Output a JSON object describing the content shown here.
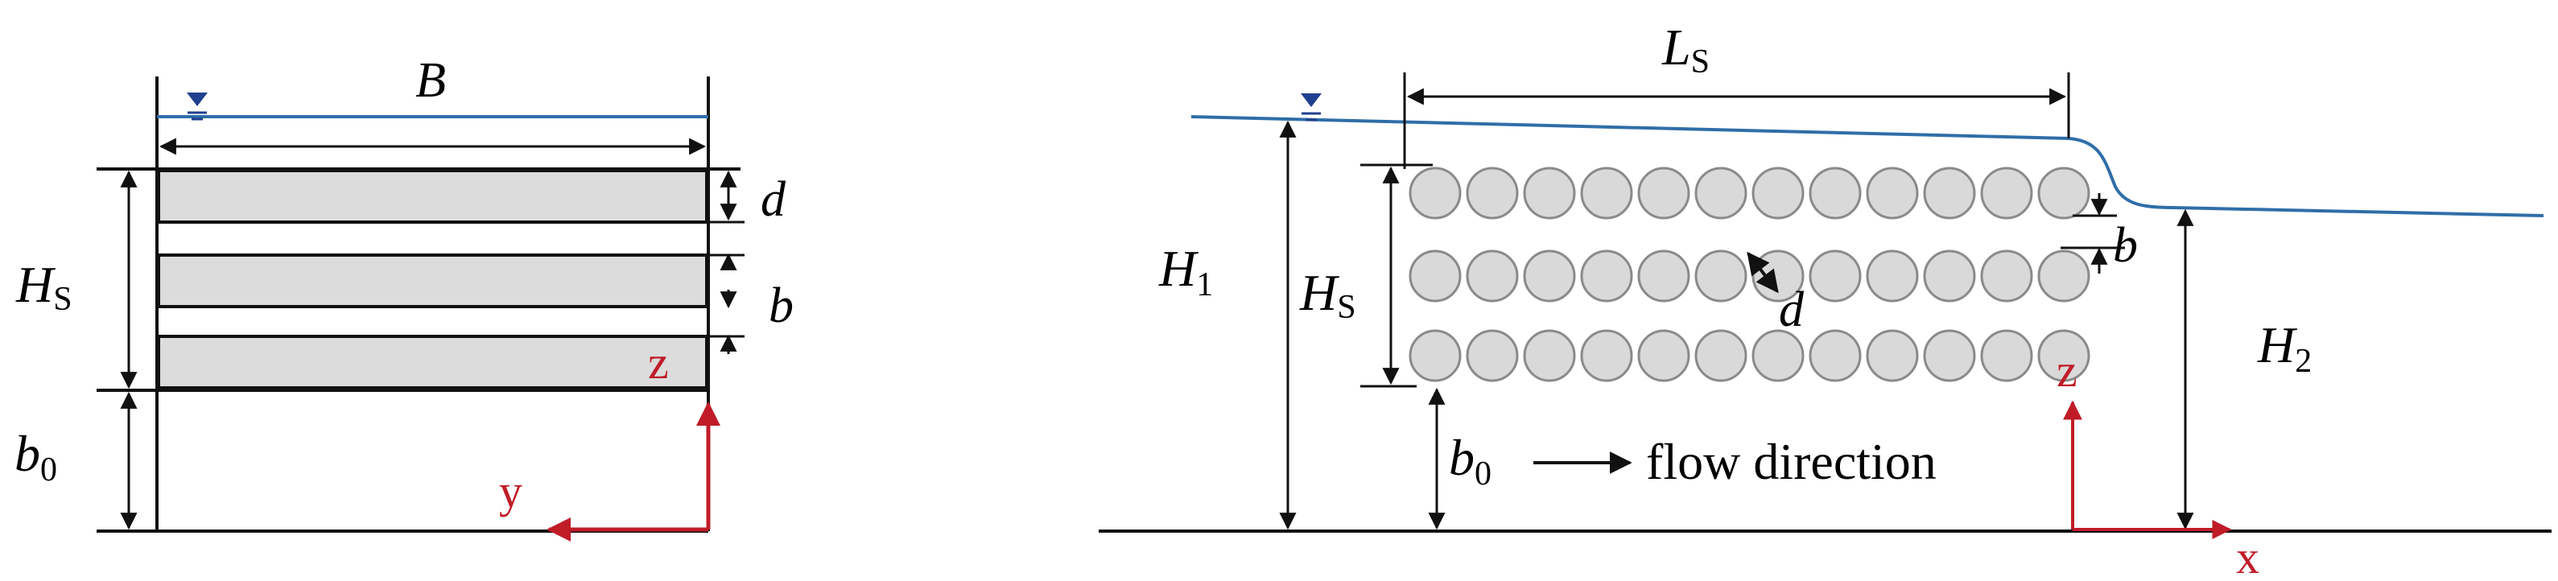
{
  "colors": {
    "water": "#2f6ea8",
    "water_marker": "#1f3f8f",
    "axis": "#c01c28",
    "line": "#111111",
    "slat_fill": "#dcdcdc",
    "cylinder_fill": "#d9d9d9",
    "cylinder_stroke": "#8a8a8a"
  },
  "cross_section": {
    "width_label": "B",
    "hs_label": "H",
    "hs_sub": "S",
    "d_label": "d",
    "b_label": "b",
    "b0_label": "b",
    "b0_sub": "0",
    "z_axis_label": "z",
    "y_axis_label": "y",
    "slat_count": 3
  },
  "side_view": {
    "ls_label": "L",
    "ls_sub": "S",
    "h1_label": "H",
    "h1_sub": "1",
    "h2_label": "H",
    "h2_sub": "2",
    "hs_label": "H",
    "hs_sub": "S",
    "d_label": "d",
    "b_label": "b",
    "b0_label": "b",
    "b0_sub": "0",
    "flow_label": "flow direction",
    "z_axis_label": "z",
    "x_axis_label": "x",
    "rows": 3,
    "cylinders_per_row": 12
  }
}
